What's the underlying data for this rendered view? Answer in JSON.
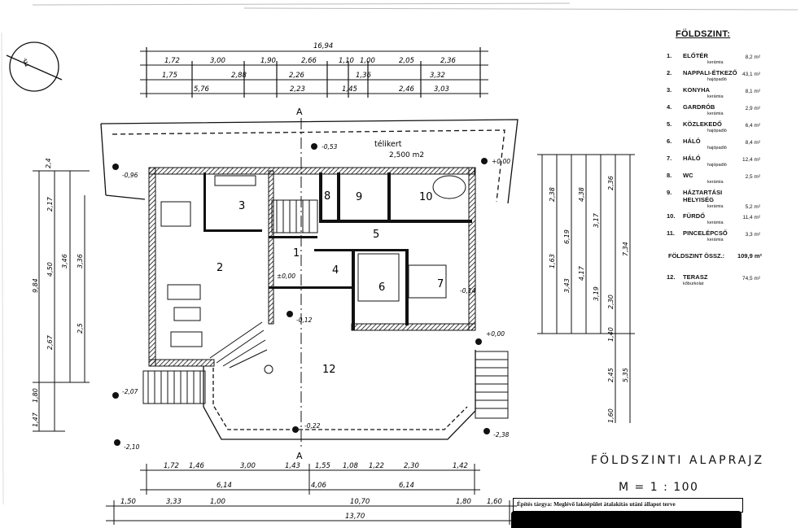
{
  "sheet": {
    "floor_title": "FÖLDSZINTI ALAPRAJZ",
    "scale": "M = 1 : 100",
    "project_label": "Építés tárgya: Meglévő lakóépület átalakítás utáni állapot terve",
    "north_label": "É",
    "section_mark": "A"
  },
  "legend": {
    "heading": "FÖLDSZINT:",
    "rooms": [
      {
        "num": "1.",
        "name": "ELŐTÉR",
        "material": "kerámia",
        "area": "8,2 m²"
      },
      {
        "num": "2.",
        "name": "NAPPALI-ÉTKEZŐ",
        "material": "hajópadló",
        "area": "43,1 m²"
      },
      {
        "num": "3.",
        "name": "KONYHA",
        "material": "kerámia",
        "area": "8,1 m²"
      },
      {
        "num": "4.",
        "name": "GARDRÓB",
        "material": "kerámia",
        "area": "2,9 m²"
      },
      {
        "num": "5.",
        "name": "KÖZLEKEDŐ",
        "material": "hajópadló",
        "area": "6,4 m²"
      },
      {
        "num": "6.",
        "name": "HÁLÓ",
        "material": "hajópadló",
        "area": "8,4 m²"
      },
      {
        "num": "7.",
        "name": "HÁLÓ",
        "material": "hajópadló",
        "area": "12,4 m²"
      },
      {
        "num": "8.",
        "name": "WC",
        "material": "kerámia",
        "area": "2,5 m²"
      },
      {
        "num": "9.",
        "name": "HÁZTARTÁSI HELYISÉG",
        "material": "kerámia",
        "area": "5,2 m²"
      },
      {
        "num": "10.",
        "name": "FÜRDŐ",
        "material": "kerámia",
        "area": "11,4 m²"
      },
      {
        "num": "11.",
        "name": "PINCELÉPCSŐ",
        "material": "kerámia",
        "area": "3,3 m²"
      }
    ],
    "total_label": "FÖLDSZINT ÖSSZ.:",
    "total_area": "109,9 m²",
    "terrace": {
      "num": "12.",
      "name": "TERASZ",
      "material": "kőburkolat",
      "area": "74,5 m²"
    }
  },
  "plan": {
    "room_labels": [
      "1",
      "2",
      "3",
      "4",
      "5",
      "6",
      "7",
      "8",
      "9",
      "10",
      "12"
    ],
    "winter_garden": "télikert",
    "winter_garden_area": "2,500 m2",
    "levels": [
      "-0,53",
      "+0,00",
      "-0,96",
      "-0,12",
      "-0,22",
      "-0,14",
      "+0,00",
      "-2,10",
      "-2,38",
      "-2,07",
      "±0,00"
    ],
    "top_dims": {
      "overall": "16,94",
      "row1": [
        "1,72",
        "3,00",
        "1,90",
        "2,66",
        "1,10",
        "1,00",
        "2,05",
        "2,36"
      ],
      "row2": [
        "1,75",
        "2,88",
        "2,26",
        "1,36",
        "3,32"
      ],
      "row3": [
        "5,76",
        "2,23",
        "1,45",
        "2,46",
        "3,03"
      ]
    },
    "bottom_dims": {
      "row1": [
        "1,72",
        "1,46",
        "3,00",
        "1,43",
        "1,55",
        "1,08",
        "1,22",
        "2,30",
        "1,42"
      ],
      "row2": [
        "6,14",
        "4,06",
        "6,14"
      ],
      "row3": [
        "1,50",
        "3,33",
        "1,00",
        "10,70",
        "1,80",
        "1,60"
      ],
      "overall": "13,70"
    },
    "left_dims": [
      "2,4",
      "2,17",
      "4,50",
      "9,84",
      "3,46",
      "3,36",
      "2,67",
      "2,5",
      "1,80",
      "1,47"
    ],
    "right_dims": [
      "2,38",
      "4,38",
      "2,36",
      "6,19",
      "3,17",
      "7,34",
      "1,63",
      "3,43",
      "4,17",
      "3,19",
      "2,30",
      "1,40",
      "2,45",
      "5,35",
      "1,60"
    ]
  }
}
